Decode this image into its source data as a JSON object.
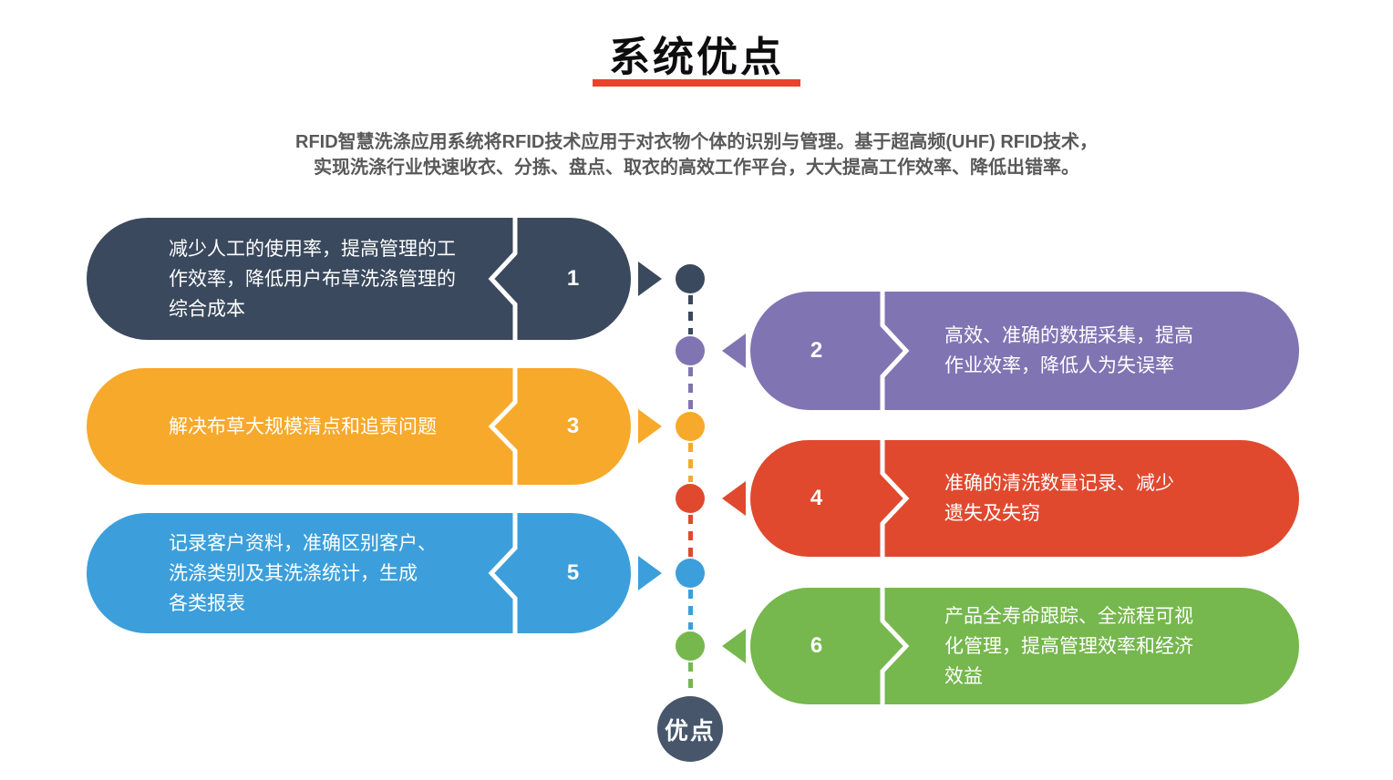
{
  "title": {
    "text": "系统优点",
    "underline_color": "#E8442B"
  },
  "subtitle": {
    "line1": "RFID智慧洗涤应用系统将RFID技术应用于对衣物个体的识别与管理。基于超高频(UHF) RFID技术，",
    "line2": "实现洗涤行业快速收衣、分拣、盘点、取衣的高效工作平台，大大提高工作效率、降低出错率。"
  },
  "items": [
    {
      "number": "1",
      "side": "left",
      "color": "#3A495D",
      "lines": [
        "减少人工的使用率，提高管理的工",
        "作效率，降低用户布草洗涤管理的",
        "综合成本"
      ]
    },
    {
      "number": "2",
      "side": "right",
      "color": "#8174B3",
      "lines": [
        "高效、准确的数据采集，提高",
        "作业效率，降低人为失误率"
      ]
    },
    {
      "number": "3",
      "side": "left",
      "color": "#F7A92B",
      "lines": [
        "解决布草大规模清点和追责问题"
      ]
    },
    {
      "number": "4",
      "side": "right",
      "color": "#E0492E",
      "lines": [
        "准确的清洗数量记录、减少",
        "遗失及失窃"
      ]
    },
    {
      "number": "5",
      "side": "left",
      "color": "#3C9FDB",
      "lines": [
        "记录客户资料，准确区别客户、",
        "洗涤类别及其洗涤统计，生成",
        "各类报表"
      ]
    },
    {
      "number": "6",
      "side": "right",
      "color": "#76B74E",
      "lines": [
        "产品全寿命跟踪、全流程可视",
        "化管理，提高管理效率和经济",
        "效益"
      ]
    }
  ],
  "center": {
    "label": "优点",
    "color": "#47566A"
  }
}
